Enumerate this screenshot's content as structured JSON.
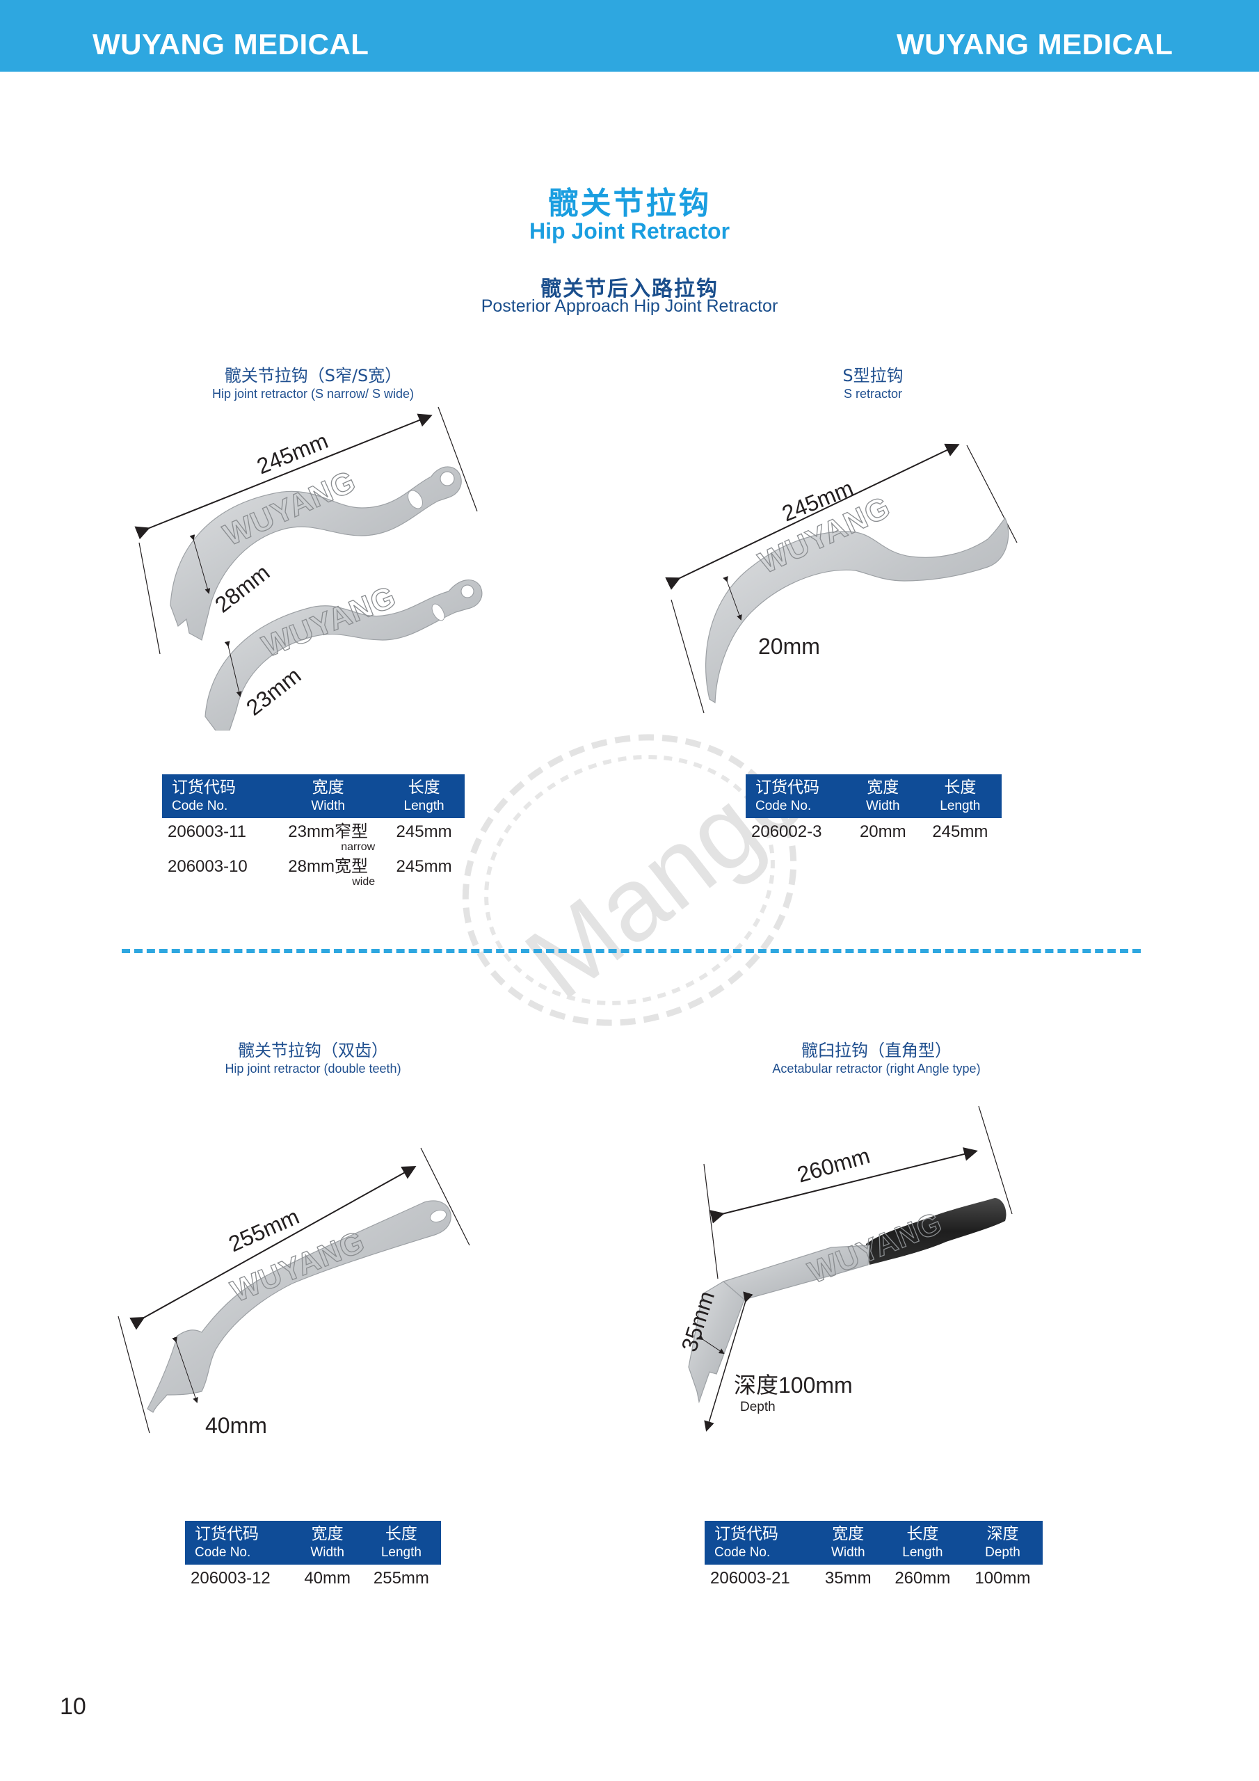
{
  "header": {
    "brand_left": "WUYANG MEDICAL",
    "brand_right": "WUYANG MEDICAL",
    "color": "#2ea7e0"
  },
  "title": {
    "cn": "髋关节拉钩",
    "en": "Hip Joint Retractor",
    "subtitle_cn": "髋关节后入路拉钩",
    "subtitle_en": "Posterior Approach Hip Joint Retractor"
  },
  "watermark": {
    "text": "Mango"
  },
  "table_headers": {
    "code_cn": "订货代码",
    "code_en": "Code No.",
    "width_cn": "宽度",
    "width_en": "Width",
    "length_cn": "长度",
    "length_en": "Length",
    "depth_cn": "深度",
    "depth_en": "Depth"
  },
  "products": [
    {
      "name_cn": "髋关节拉钩（S窄/S宽）",
      "name_en": "Hip joint retractor (S narrow/ S wide)",
      "figure": {
        "length_label": "245mm",
        "width_labels": [
          "28mm",
          "23mm"
        ],
        "engraving": "WUYANG"
      },
      "rows": [
        {
          "code": "206003-11",
          "width": "23mm窄型",
          "width_note": "narrow",
          "length": "245mm"
        },
        {
          "code": "206003-10",
          "width": "28mm宽型",
          "width_note": "wide",
          "length": "245mm"
        }
      ]
    },
    {
      "name_cn": "S型拉钩",
      "name_en": "S retractor",
      "figure": {
        "length_label": "245mm",
        "width_label": "20mm",
        "engraving": "WUYANG"
      },
      "rows": [
        {
          "code": "206002-3",
          "width": "20mm",
          "length": "245mm"
        }
      ]
    },
    {
      "name_cn": "髋关节拉钩（双齿）",
      "name_en": "Hip joint retractor (double teeth)",
      "figure": {
        "length_label": "255mm",
        "width_label": "40mm",
        "engraving": "WUYANG"
      },
      "rows": [
        {
          "code": "206003-12",
          "width": "40mm",
          "length": "255mm"
        }
      ]
    },
    {
      "name_cn": "髋臼拉钩（直角型）",
      "name_en": "Acetabular retractor (right Angle type)",
      "figure": {
        "length_label": "260mm",
        "width_label": "35mm",
        "depth_label_cn": "深度100mm",
        "depth_label_en": "Depth",
        "engraving": "WUYANG"
      },
      "rows": [
        {
          "code": "206003-21",
          "width": "35mm",
          "length": "260mm",
          "depth": "100mm"
        }
      ]
    }
  ],
  "footer": {
    "page_number": "10"
  }
}
